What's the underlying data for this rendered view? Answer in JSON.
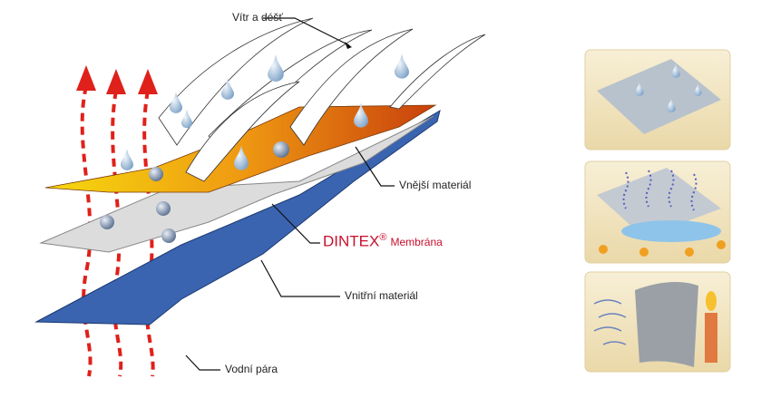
{
  "labels": {
    "wind_rain": "Vítr a déšť",
    "outer_material": "Vnější materiál",
    "membrane_brand": "DINTEX",
    "membrane_reg": "®",
    "membrane_word": "Membrána",
    "inner_material": "Vnitřní materiál",
    "water_vapor": "Vodní pára"
  },
  "colors": {
    "outer_layer": "#e8820c",
    "membrane_layer": "#d9d9d9",
    "inner_layer": "#3a64b0",
    "vapor_arrow": "#e0201a",
    "brand_red": "#c8102e",
    "panel_bg": "#f3e7c8"
  }
}
